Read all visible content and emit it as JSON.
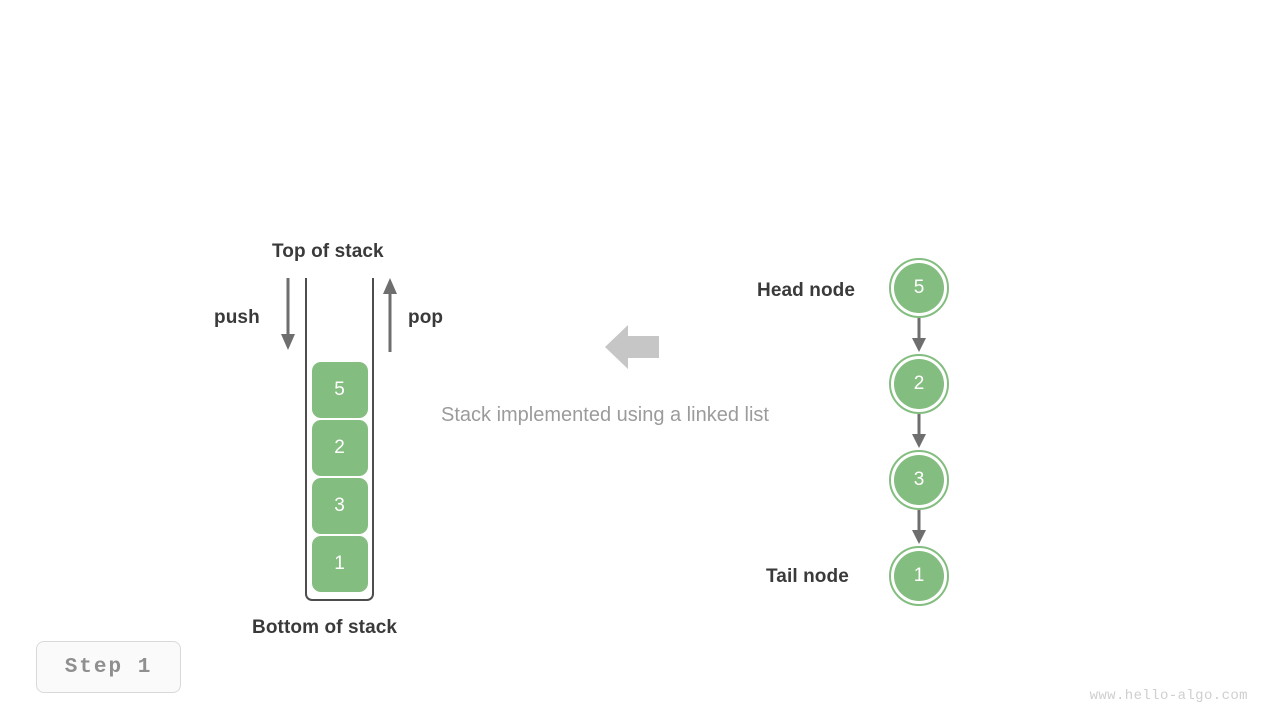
{
  "meta": {
    "caption": "Stack implemented using a linked list",
    "watermark": "www.hello-algo.com",
    "step_label": "Step 1",
    "background_color": "#ffffff",
    "accent_green": "#84bd80",
    "arrow_gray": "#6e6e6e",
    "text_dark": "#3a3a3a",
    "text_muted": "#9b9b9b"
  },
  "stack": {
    "top_label": "Top of stack",
    "bottom_label": "Bottom of stack",
    "push_label": "push",
    "pop_label": "pop",
    "cells": [
      {
        "value": "5"
      },
      {
        "value": "2"
      },
      {
        "value": "3"
      },
      {
        "value": "1"
      }
    ]
  },
  "linked_list": {
    "head_label": "Head node",
    "tail_label": "Tail node",
    "nodes": [
      {
        "value": "5"
      },
      {
        "value": "2"
      },
      {
        "value": "3"
      },
      {
        "value": "1"
      }
    ]
  }
}
